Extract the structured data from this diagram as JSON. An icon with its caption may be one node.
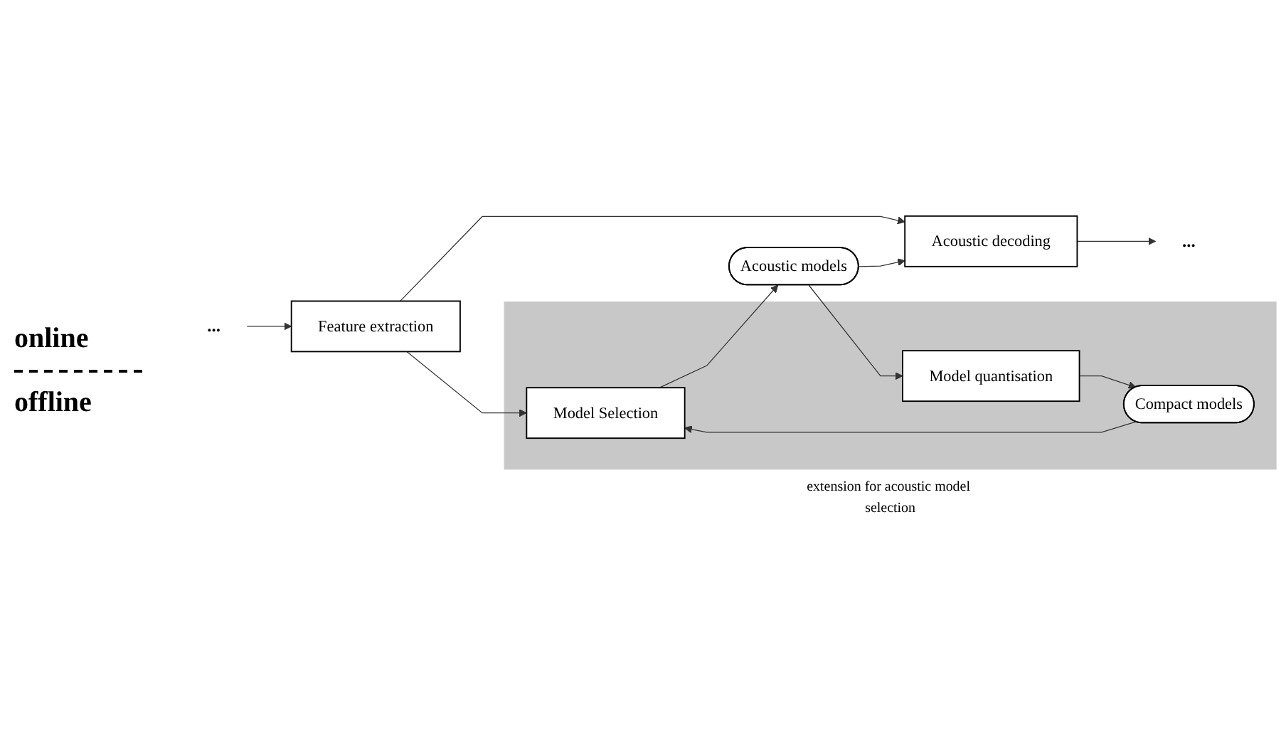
{
  "diagram": {
    "nodes": [
      {
        "text": [
          "..."
        ]
      },
      {
        "text": [
          "Feature extraction"
        ]
      },
      {
        "text": [
          "Acoustic decoding"
        ]
      },
      {
        "text": [
          "..."
        ]
      },
      {
        "text": [
          "extension for acoustic model selection"
        ]
      },
      {
        "text": [
          "Model Selection"
        ],
        "in": 4
      },
      {
        "text": [
          "Acoustic models"
        ]
      },
      {
        "text": [
          "Compact models"
        ],
        "in": 4
      },
      {
        "text": [
          "Model quantisation"
        ],
        "in": 4
      }
    ],
    "edges": [
      {
        "from": 0,
        "to": 1,
        "arrow": "to"
      },
      {
        "from": 1,
        "to": 2,
        "arrow": "to"
      },
      {
        "from": 2,
        "to": 3,
        "arrow": "to"
      },
      {
        "from": 1,
        "to": 5,
        "arrow": "to"
      },
      {
        "from": 5,
        "to": 6,
        "arrow": "to"
      },
      {
        "from": 6,
        "to": 2,
        "arrow": "to"
      },
      {
        "from": 6,
        "to": 8,
        "arrow": "to"
      },
      {
        "from": 8,
        "to": 7,
        "arrow": "to"
      },
      {
        "from": 7,
        "to": 5,
        "arrow": "to"
      }
    ],
    "labels": [
      "online",
      "offline"
    ]
  }
}
